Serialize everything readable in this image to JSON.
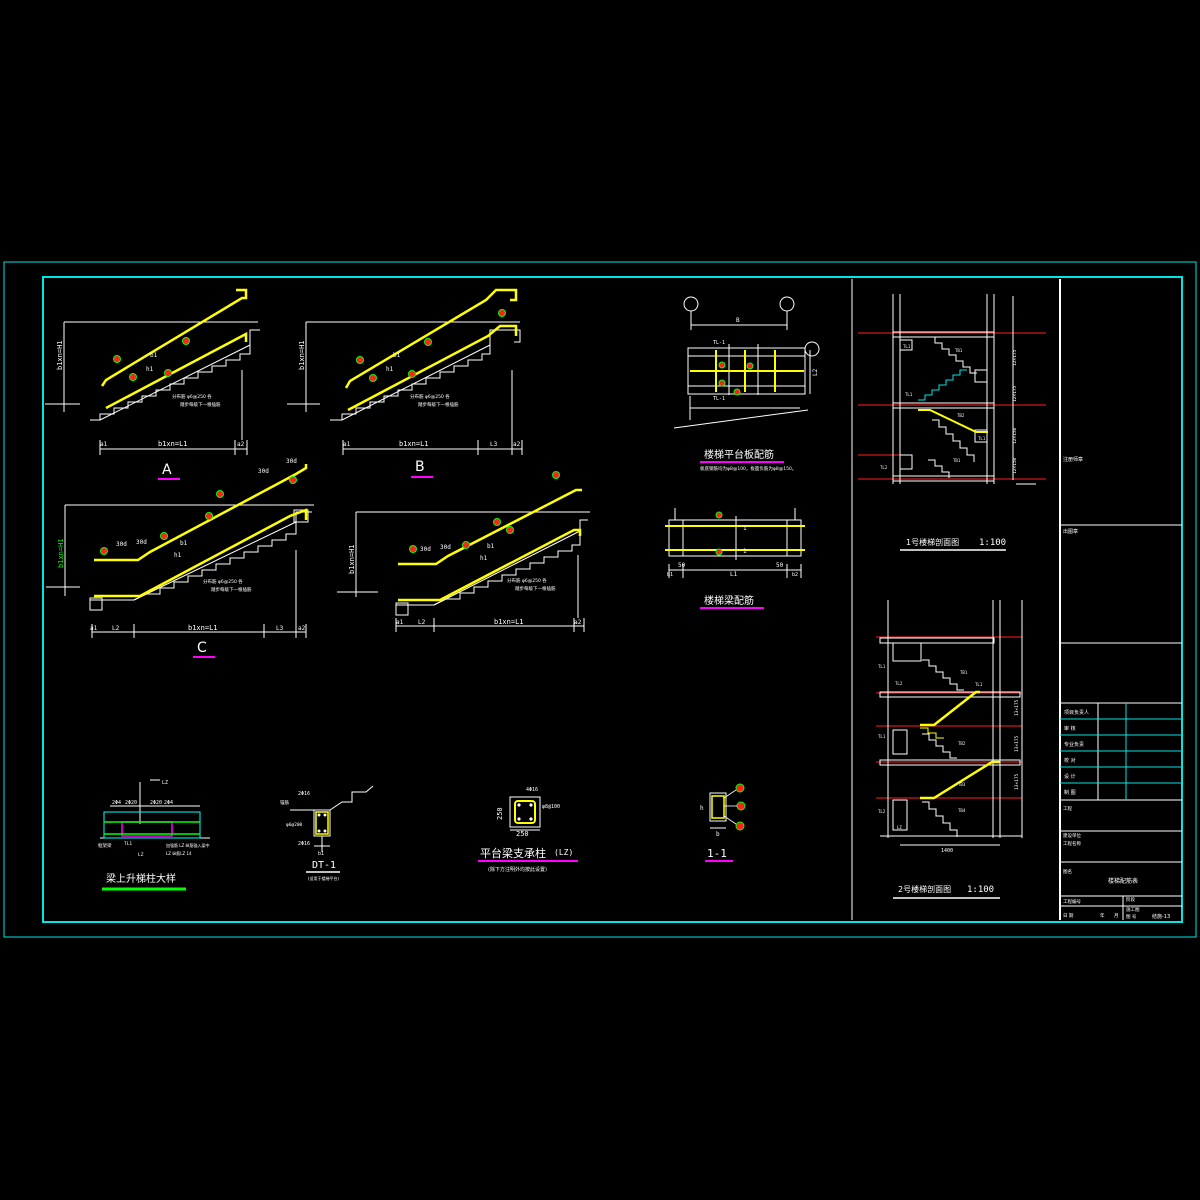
{
  "colors": {
    "background": "#000000",
    "border": "#00e5e5",
    "white": "#ffffff",
    "yellow": "#ffff00",
    "green": "#00ff00",
    "magenta": "#ff00ff",
    "red": "#ff2020",
    "cyan": "#00ffff"
  },
  "stair_types": {
    "a": {
      "label": "A",
      "height": "b1xn=H1",
      "span": "b1xn=L1",
      "b1": "b1",
      "h1": "h1",
      "a1": "a1",
      "a2": "a2",
      "note1": "分布筋 φ6@250 各",
      "note2": "踏步每级下一根插筋"
    },
    "b": {
      "label": "B",
      "height": "b1xn=H1",
      "span": "b1xn=L1",
      "l3": "L3",
      "b1": "b1",
      "h1": "h1",
      "a1": "a1",
      "a2": "a2",
      "note1": "分布筋 φ6@250 各",
      "note2": "踏步每级下一根插筋"
    },
    "c": {
      "label": "C",
      "height": "b1xn=H1",
      "span": "b1xn=L1",
      "l2": "L2",
      "l3": "L3",
      "d30a": "30d",
      "d30b": "30d",
      "d30c": "30d",
      "d30d": "30d",
      "b1": "b1",
      "h1": "h1",
      "a1": "a1",
      "a2": "a2",
      "note1": "分布筋 φ6@250 各",
      "note2": "踏步每级下一根插筋"
    },
    "d": {
      "height": "b1xn=H1",
      "span": "b1xn=L1",
      "l2": "L2",
      "d30a": "30d",
      "d30b": "30d",
      "b1": "b1",
      "h1": "h1",
      "a1": "a1",
      "a2": "a2",
      "note1": "分布筋 φ6@250 各",
      "note2": "踏步每级下一根插筋"
    }
  },
  "platform_slab": {
    "title": "楼梯平台板配筋",
    "dim_b": "B",
    "dim_l2": "L2",
    "tl1_top": "TL-1",
    "tl1_bottom": "TL-1",
    "note": "板底钢筋均为φ8@100，板面负筋为φ8@150。"
  },
  "stair_beam": {
    "title": "楼梯梁配筋",
    "left_dim": "50",
    "span": "L1",
    "right_dim": "50",
    "b1": "b1",
    "b2": "b2",
    "section_top": "1",
    "section_bottom": "1"
  },
  "details": {
    "lz_on_beam": {
      "title": "梁上升梯柱大样",
      "tag_lz": "LZ",
      "d1": "2Φ4",
      "d2": "2Φ20",
      "d3": "2Φ20",
      "d4": "2Φ4",
      "left_note": "框架梁",
      "beam": "TL1",
      "bottom_note1": "LZ",
      "bottom_note2": "加强筋 LZ 纵筋锚入梁中",
      "bottom_note3": "LZ 纵筋LZ 14"
    },
    "dt1": {
      "title": "DT-1",
      "subtitle": "(适用于楼梯平台)",
      "d1": "2Φ16",
      "d2": "φ6@200",
      "d3": "2Φ16",
      "left": "锚筋",
      "b": "b1"
    },
    "lz_column": {
      "title": "平台梁支承柱",
      "tag": "(LZ)",
      "subtitle": "(除下方注明外均按此设置)",
      "rebar": "4Φ16",
      "stirrup": "φ8@100",
      "h": "250",
      "b": "250"
    },
    "section_11": {
      "title": "1-1",
      "h": "h",
      "b": "b"
    }
  },
  "section_1": {
    "title": "1号楼梯剖面图",
    "scale": "1:100",
    "labels": [
      "TL1",
      "TB1",
      "TL1",
      "TB2",
      "TL1",
      "TB1",
      "TL2"
    ],
    "dims": [
      "12×175",
      "12×175",
      "12×150",
      "12×150"
    ]
  },
  "section_2": {
    "title": "2号楼梯剖面图",
    "scale": "1:100",
    "labels": [
      "TL1",
      "TB1",
      "TL2",
      "TL1",
      "TB2",
      "TL1",
      "TB3",
      "TL2",
      "TB4",
      "LZ"
    ],
    "dims": [
      "13×175",
      "13×175",
      "13×175"
    ],
    "bottom": "1400"
  },
  "title_block": {
    "row1": "注册师章",
    "row2": "出图章",
    "roles": [
      "项目负责人",
      "审 核",
      "专业负责",
      "校 对",
      "设 计",
      "制 图"
    ],
    "project_label": "工程",
    "client_label": "建设单位",
    "project_name": "工程名称",
    "drawing_label": "图名",
    "drawing_name": "楼梯配筋表",
    "design_no_label": "工程编号",
    "stage_label": "阶段",
    "stage_value": "施工图",
    "date_label": "日 期",
    "year": "年",
    "month": "月",
    "sheet_label": "图 号",
    "sheet_value": "结施-13"
  }
}
